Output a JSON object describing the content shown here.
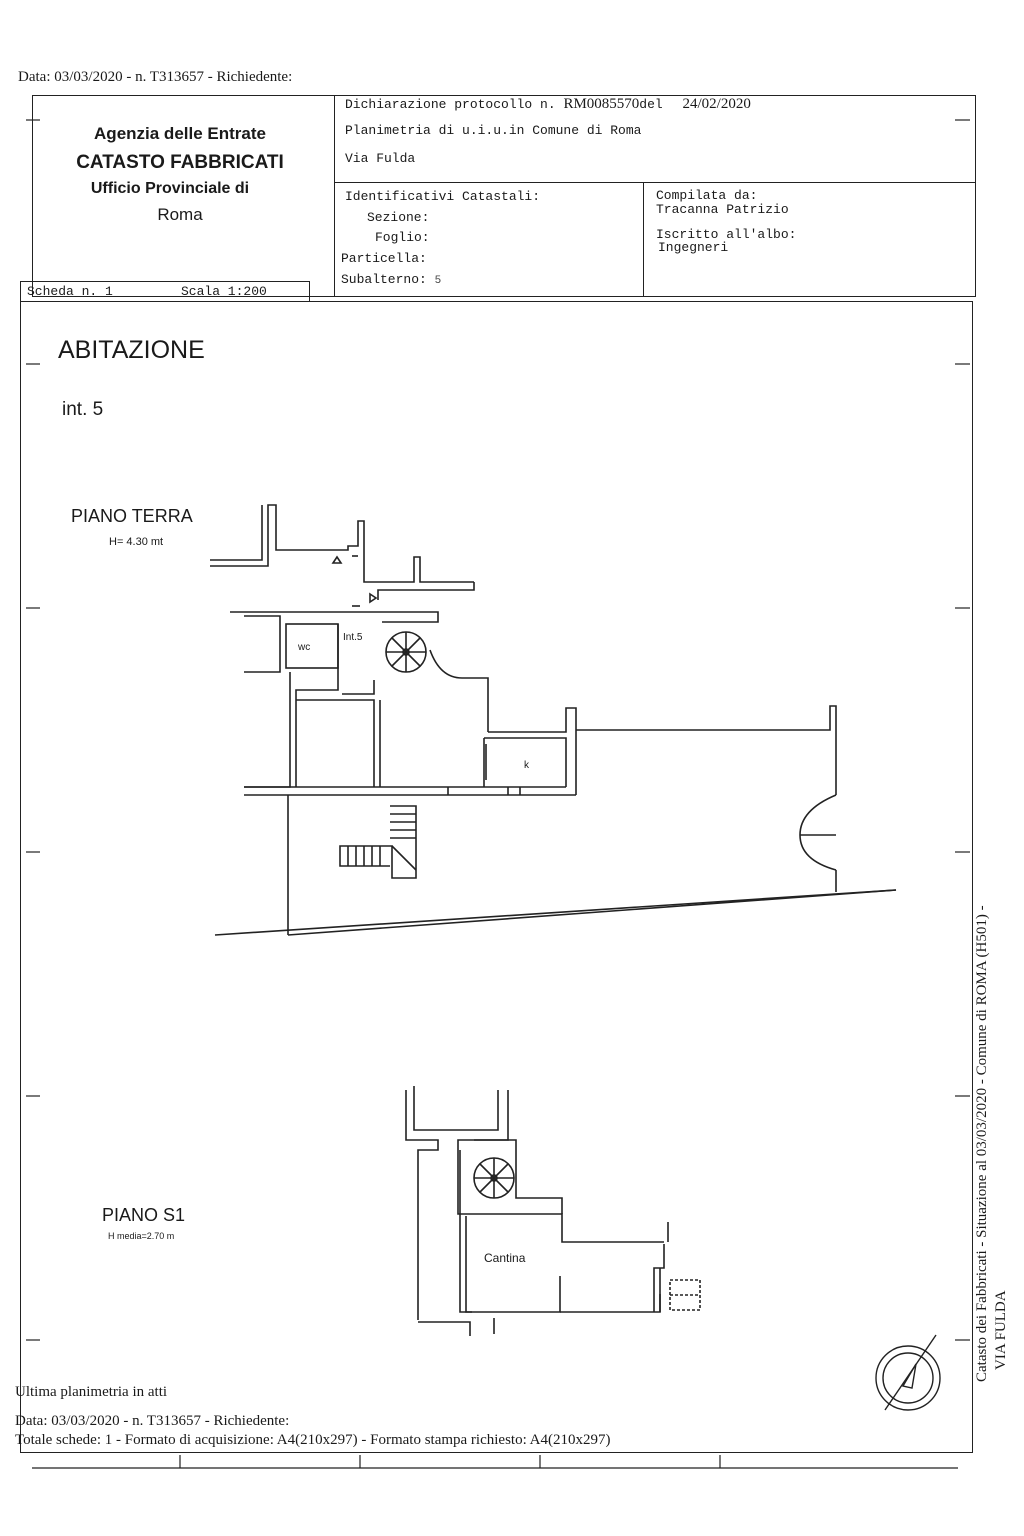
{
  "top_line": "Data: 03/03/2020 - n. T313657 - Richiedente:",
  "agency": {
    "line1": "Agenzia delle Entrate",
    "line2": "CATASTO FABBRICATI",
    "line3": "Ufficio Provinciale di",
    "line4": "Roma"
  },
  "header": {
    "declaration_prefix": "Dichiarazione protocollo n.",
    "declaration_number": "RM0085570",
    "declaration_del": "del",
    "declaration_date": "24/02/2020",
    "planimetria": "Planimetria di u.i.u.in Comune di Roma",
    "street": "Via Fulda"
  },
  "identificativi": {
    "title": "Identificativi Catastali:",
    "sezione": "Sezione:",
    "foglio": "Foglio:",
    "particella": "Particella:",
    "subalterno": "Subalterno:",
    "subalterno_value": "5"
  },
  "compilata": {
    "title": "Compilata da:",
    "name": "Tracanna Patrizio",
    "albo_title": "Iscritto all'albo:",
    "albo": "Ingegneri"
  },
  "scheda": {
    "label": "Scheda n. 1",
    "scala": "Scala 1:200"
  },
  "unit": {
    "type": "ABITAZIONE",
    "interno": "int. 5"
  },
  "piano_terra": {
    "title": "PIANO TERRA",
    "height": "H= 4.30 mt",
    "label_wc": "wc",
    "label_int": "Int.5",
    "label_k": "k"
  },
  "piano_s1": {
    "title": "PIANO S1",
    "height": "H media=2.70 m",
    "label_cantina": "Cantina"
  },
  "side_text": {
    "line1": "Catasto dei Fabbricati - Situazione al 03/03/2020 - Comune di ROMA (H501) -",
    "line2": "VIA FULDA"
  },
  "footer": {
    "ultima": "Ultima planimetria in atti",
    "data": "Data: 03/03/2020 - n. T313657 - Richiedente:",
    "totale": "Totale schede: 1 - Formato di acquisizione: A4(210x297)  - Formato stampa richiesto: A4(210x297)"
  }
}
